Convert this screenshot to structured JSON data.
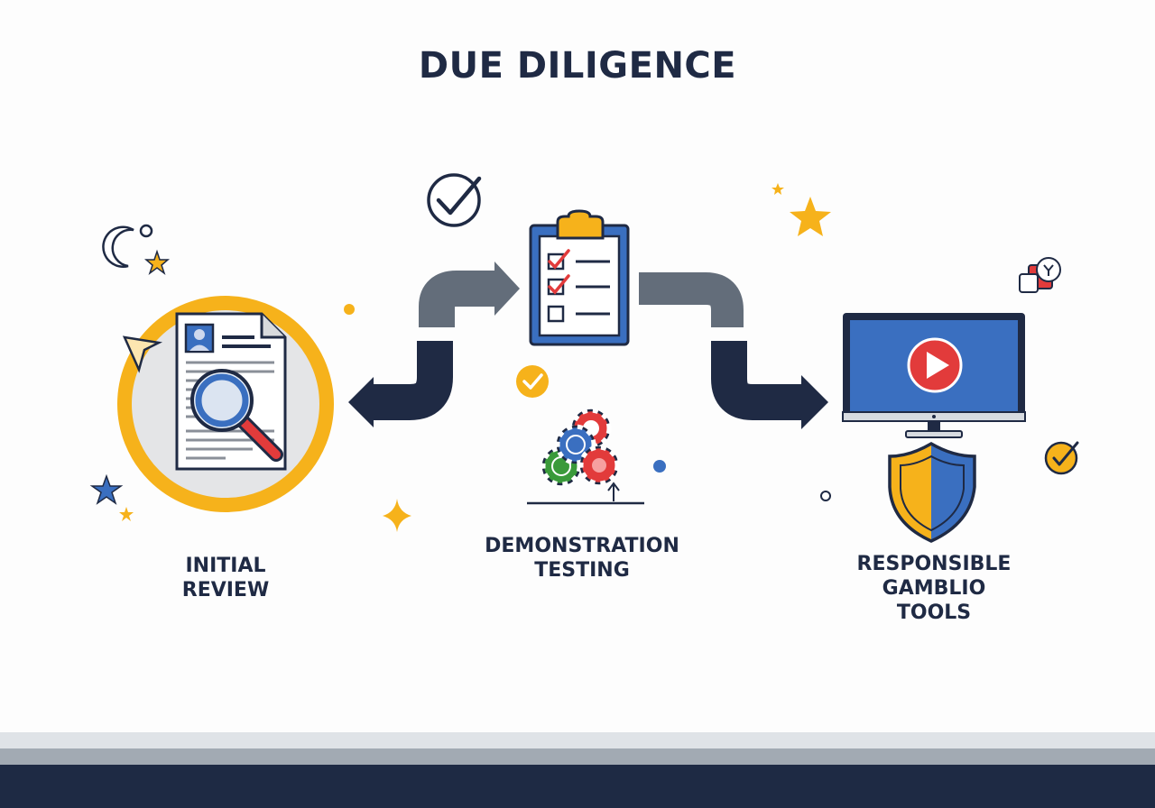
{
  "title": "DUE DILIGENCE",
  "steps": [
    {
      "lines": [
        "INITIAL",
        "REVIEW"
      ],
      "icon": "document-magnifier-icon"
    },
    {
      "lines": [
        "DEMONSTRATION",
        "TESTING"
      ],
      "icon": "checklist-clipboard-icon"
    },
    {
      "lines": [
        "RESPONSIBLE",
        "GAMBLIO",
        "TOOLS"
      ],
      "icon": "monitor-play-shield-icon"
    }
  ],
  "colors": {
    "navy": "#1f2a44",
    "gold": "#f6b21b",
    "blue": "#3a6fc0",
    "red": "#e23b3b",
    "gray_arrow": "#636d7a",
    "green": "#3a9a3a"
  }
}
